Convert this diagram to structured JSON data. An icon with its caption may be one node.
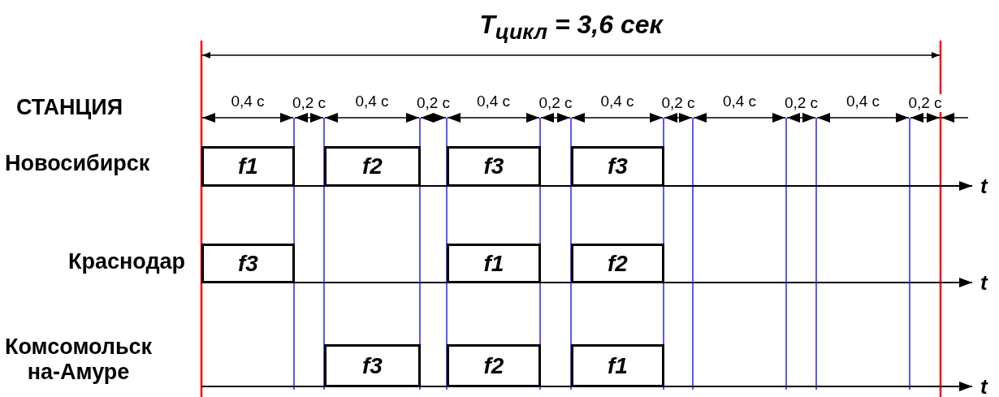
{
  "diagram": {
    "title": "*T*$_{цикл}$ = 3,6 сек",
    "nodes": [
      {
        "text": [
          "f1"
        ]
      },
      {
        "text": [
          "f2"
        ]
      },
      {
        "text": [
          "f3"
        ]
      },
      {
        "text": [
          "f3"
        ]
      },
      {
        "text": [
          "f3"
        ]
      },
      {
        "text": [
          "f1"
        ]
      },
      {
        "text": [
          "f2"
        ]
      },
      {
        "text": [
          "f3"
        ]
      },
      {
        "text": [
          "f2"
        ]
      },
      {
        "text": [
          "f1"
        ]
      }
    ],
    "edges": [],
    "labels": [
      "СТАНЦИЯ",
      "0,4 с",
      "0,2 с",
      "0,4 с",
      "0,2 с",
      "0,4 с",
      "0,2 с",
      "0,4 с",
      "0,2 с",
      "0,4 с",
      "0,2 с",
      "0,4 с",
      "0,2 с",
      "Новосибирск",
      "t",
      "Краснодар",
      "t",
      "Комсомольск на-Амуре",
      "t"
    ]
  }
}
